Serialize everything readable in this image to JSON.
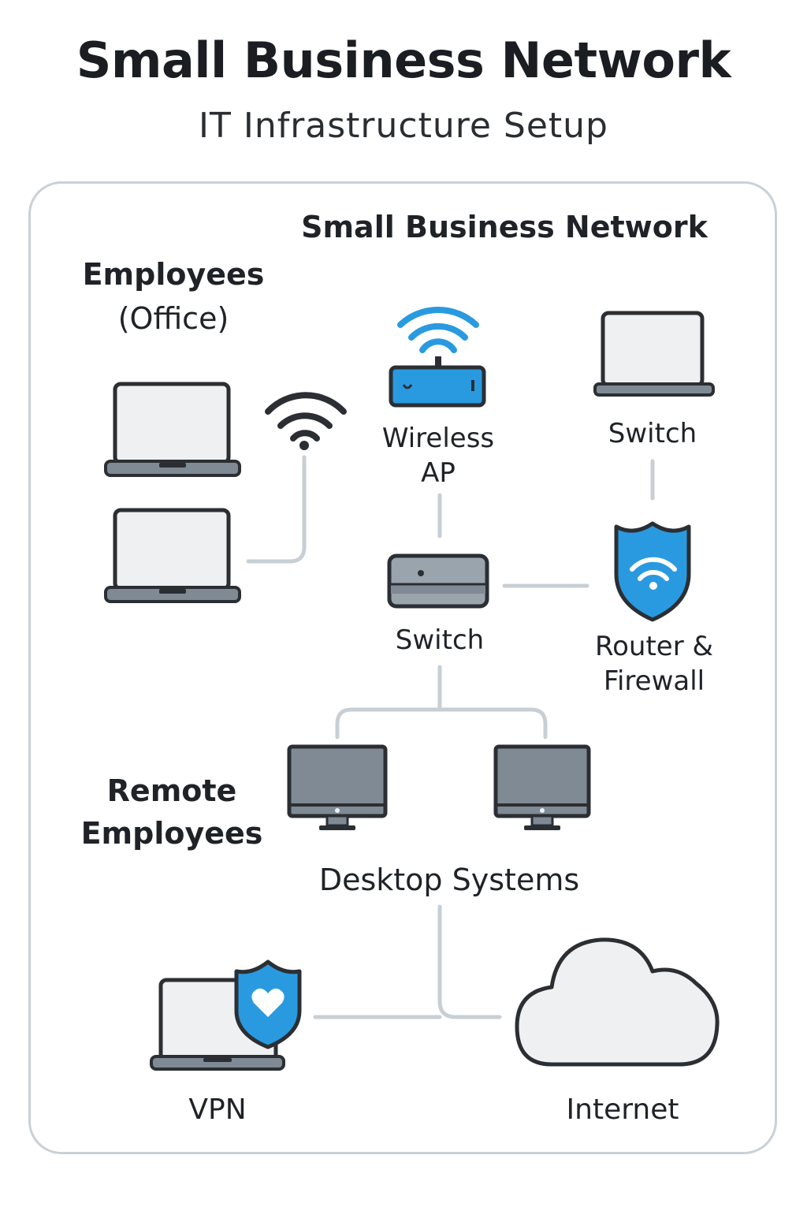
{
  "header": {
    "title": "Small Business Network",
    "subtitle": "IT Infrastructure Setup"
  },
  "diagram": {
    "panel_title": "Small Business Network",
    "nodes": {
      "employees_office": {
        "label": "Employees",
        "sublabel": "(Office)"
      },
      "wireless_ap": {
        "label": "Wireless\nAP",
        "icon": "wireless-access-point-icon"
      },
      "top_switch": {
        "label": "Switch",
        "icon": "laptop-icon"
      },
      "core_switch": {
        "label": "Switch",
        "icon": "network-switch-icon"
      },
      "router_firewall": {
        "label": "Router &\nFirewall",
        "icon": "shield-wifi-icon"
      },
      "remote_employees": {
        "label": "Remote\nEmployees"
      },
      "desktop_systems": {
        "label": "Desktop Systems",
        "icon": "desktop-monitor-icon"
      },
      "vpn": {
        "label": "VPN",
        "icon": "laptop-shield-icon"
      },
      "internet": {
        "label": "Internet",
        "icon": "cloud-icon"
      }
    },
    "colors": {
      "accent_blue": "#2a9ae0",
      "line_gray": "#c8cfd4",
      "icon_dark": "#2b2f33",
      "screen_light": "#eef0f2",
      "monitor_gray": "#7f8a94"
    }
  }
}
